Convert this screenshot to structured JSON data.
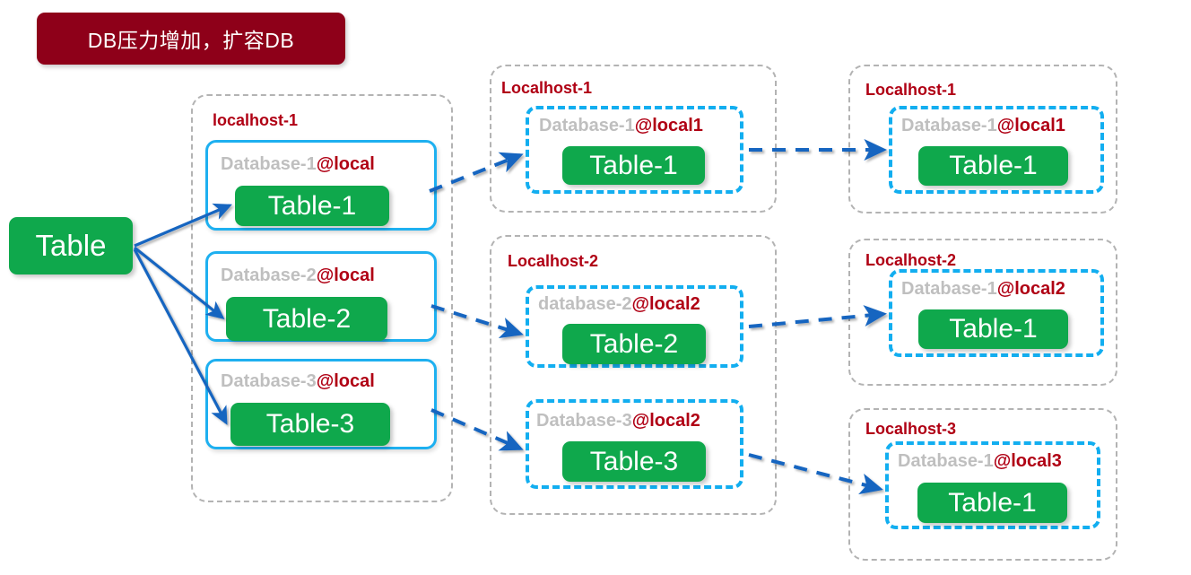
{
  "banner": {
    "text": "DB压力增加，扩容DB",
    "bg_color": "#8E0019",
    "text_color": "#FFFFFF"
  },
  "colors": {
    "green": "#0FA84C",
    "cyan": "#12AEF0",
    "dark_red": "#B00014",
    "gray_dash": "#B3B3B3",
    "gray_text": "#BFBFBF",
    "arrow_blue": "#1565C0"
  },
  "source": {
    "label": "Table"
  },
  "columns": [
    {
      "name": "before",
      "groups": [
        {
          "host_label": "localhost-1",
          "border_style": "dashed-gray",
          "databases": [
            {
              "db_name": "Database-1",
              "host_suffix": "@local",
              "table": "Table-1",
              "border_style": "solid-cyan"
            },
            {
              "db_name": "Database-2",
              "host_suffix": "@local",
              "table": "Table-2",
              "border_style": "solid-cyan"
            },
            {
              "db_name": "Database-3",
              "host_suffix": "@local",
              "table": "Table-3",
              "border_style": "solid-cyan"
            }
          ]
        }
      ]
    },
    {
      "name": "middle",
      "groups": [
        {
          "host_label": "Localhost-1",
          "border_style": "dashed-gray",
          "databases": [
            {
              "db_name": "Database-1",
              "host_suffix": "@local1",
              "table": "Table-1",
              "border_style": "dashed-cyan"
            }
          ]
        },
        {
          "host_label": "Localhost-2",
          "border_style": "dashed-gray",
          "databases": [
            {
              "db_name": "database-2",
              "host_suffix": "@local2",
              "table": "Table-2",
              "border_style": "dashed-cyan"
            },
            {
              "db_name": "Database-3",
              "host_suffix": "@local2",
              "table": "Table-3",
              "border_style": "dashed-cyan"
            }
          ]
        }
      ]
    },
    {
      "name": "after",
      "groups": [
        {
          "host_label": "Localhost-1",
          "border_style": "dashed-gray",
          "databases": [
            {
              "db_name": "Database-1",
              "host_suffix": "@local1",
              "table": "Table-1",
              "border_style": "dashed-cyan"
            }
          ]
        },
        {
          "host_label": "Localhost-2",
          "border_style": "dashed-gray",
          "databases": [
            {
              "db_name": "Database-1",
              "host_suffix": "@local2",
              "table": "Table-1",
              "border_style": "dashed-cyan"
            }
          ]
        },
        {
          "host_label": "Localhost-3",
          "border_style": "dashed-gray",
          "databases": [
            {
              "db_name": "Database-1",
              "host_suffix": "@local3",
              "table": "Table-1",
              "border_style": "dashed-cyan"
            }
          ]
        }
      ]
    }
  ],
  "connectors": {
    "solid_fan": 3,
    "dashed_left_to_middle": 3,
    "dashed_middle_to_right": 3
  }
}
